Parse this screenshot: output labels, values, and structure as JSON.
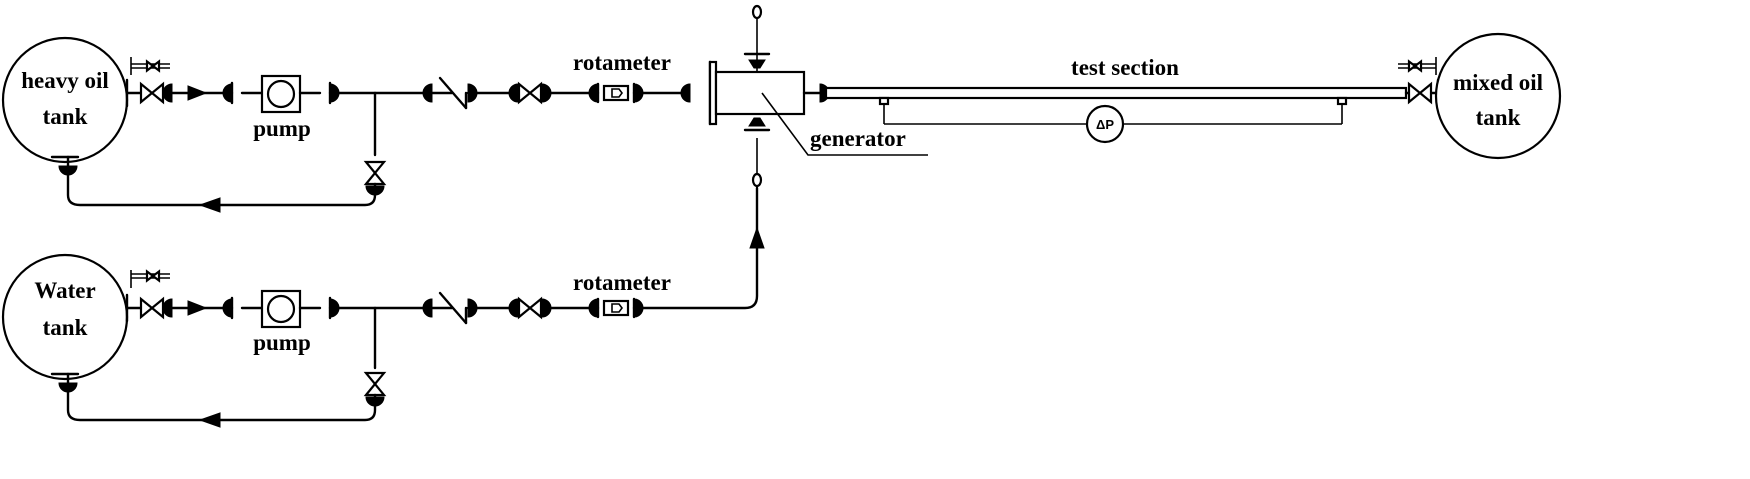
{
  "labels": {
    "heavy_oil_tank_line1": "heavy oil",
    "heavy_oil_tank_line2": "tank",
    "water_tank_line1": "Water",
    "water_tank_line2": "tank",
    "mixed_oil_tank_line1": "mixed oil",
    "mixed_oil_tank_line2": "tank",
    "pump_top": "pump",
    "pump_bottom": "pump",
    "rotameter_top": "rotameter",
    "rotameter_bottom": "rotameter",
    "test_section": "test section",
    "generator": "generator",
    "pressure_diff": "ΔP"
  }
}
